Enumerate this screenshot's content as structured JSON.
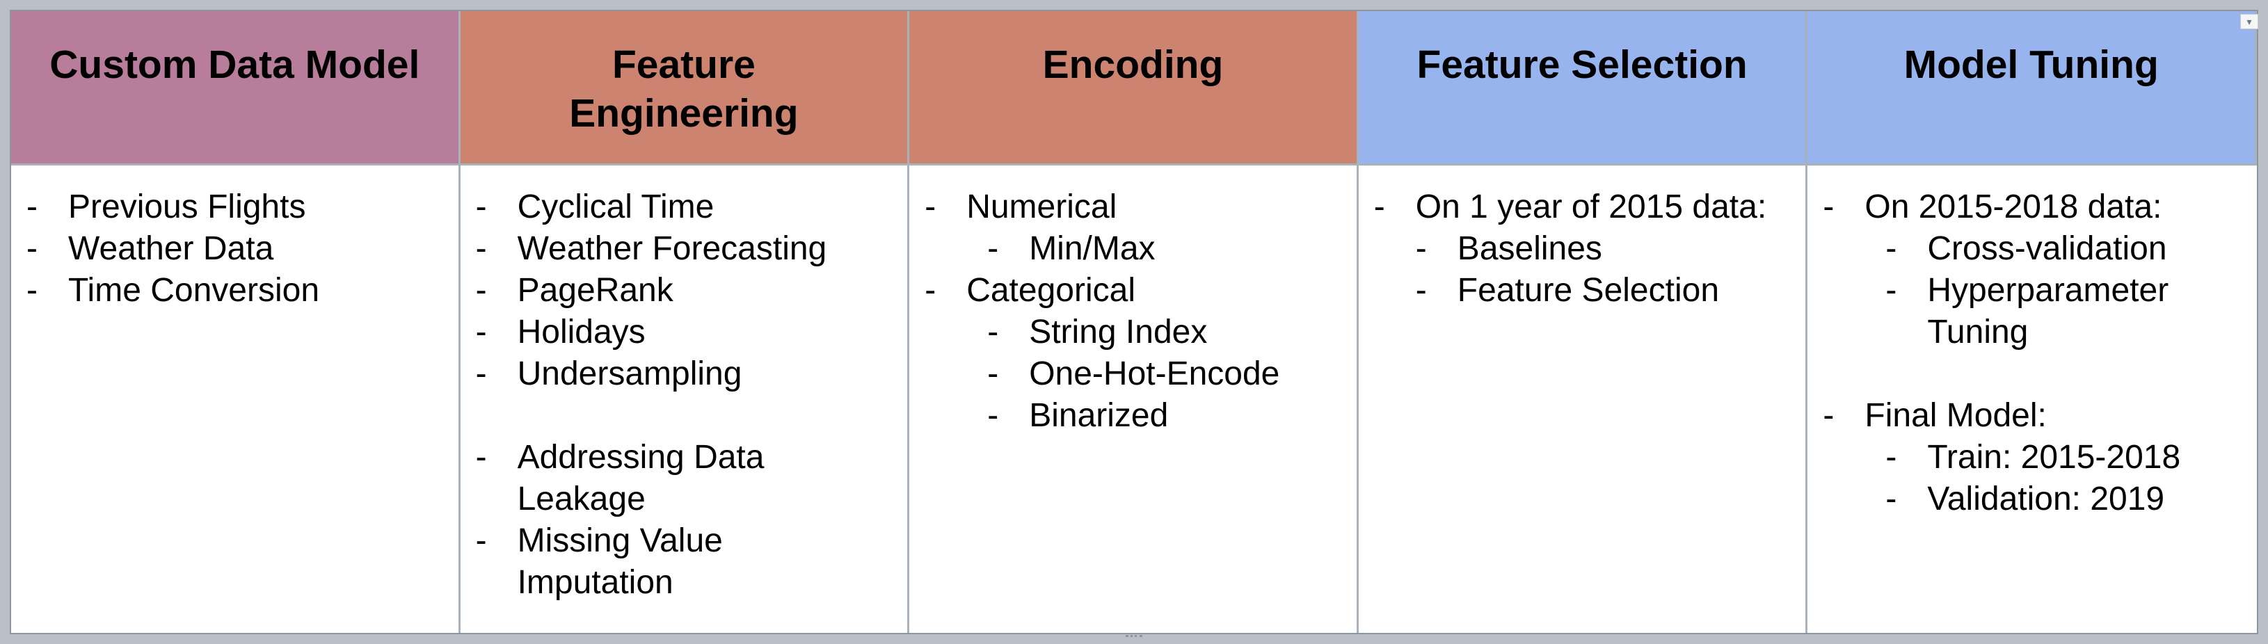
{
  "colors": {
    "custom_data_model": "#b87d9b",
    "feature_engineering": "#cc8470",
    "encoding": "#cc8470",
    "feature_selection": "#97b4ef",
    "model_tuning": "#97b4ef"
  },
  "columns": [
    {
      "key": "custom_data_model",
      "header": [
        "Custom Data Model"
      ],
      "items": [
        {
          "text": "Previous Flights"
        },
        {
          "text": "Weather Data"
        },
        {
          "text": "Time Conversion"
        }
      ]
    },
    {
      "key": "feature_engineering",
      "header": [
        "Feature",
        "Engineering"
      ],
      "items": [
        {
          "text": "Cyclical Time"
        },
        {
          "text": "Weather Forecasting"
        },
        {
          "text": "PageRank"
        },
        {
          "text": "Holidays"
        },
        {
          "text": "Undersampling"
        },
        {
          "text": "Addressing Data",
          "cont": "Leakage",
          "gap": true
        },
        {
          "text": "Missing Value",
          "cont": "Imputation"
        }
      ]
    },
    {
      "key": "encoding",
      "header": [
        "Encoding"
      ],
      "items": [
        {
          "text": "Numerical",
          "children": [
            "Min/Max"
          ]
        },
        {
          "text": "Categorical",
          "children": [
            "String Index",
            "One-Hot-Encode",
            "Binarized"
          ]
        }
      ]
    },
    {
      "key": "feature_selection",
      "header": [
        "Feature Selection"
      ],
      "items": [
        {
          "text": "On 1 year of 2015 data:",
          "children": [
            "Baselines",
            "Feature Selection"
          ]
        }
      ]
    },
    {
      "key": "model_tuning",
      "header": [
        "Model Tuning"
      ],
      "items": [
        {
          "text": "On 2015-2018 data:",
          "children": [
            "Cross-validation",
            "Hyperparameter Tuning"
          ]
        },
        {
          "text": "Final Model:",
          "gap": true,
          "children": [
            "Train: 2015-2018",
            "Validation: 2019"
          ]
        }
      ]
    }
  ]
}
